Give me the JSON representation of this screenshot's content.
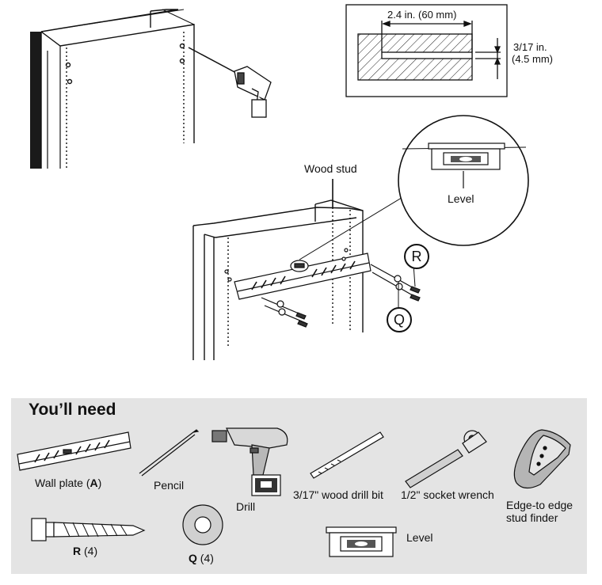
{
  "figure": {
    "dimension_top": "2.4 in. (60 mm)",
    "dimension_right_line1": "3/17 in.",
    "dimension_right_line2": "(4.5 mm)",
    "wood_stud_label": "Wood stud",
    "level_callout_label": "Level",
    "callout_r": "R",
    "callout_q": "Q"
  },
  "needs": {
    "title": "You’ll need",
    "wall_plate_name": "Wall plate (",
    "wall_plate_code": "A",
    "wall_plate_close": ")",
    "pencil": "Pencil",
    "drill": "Drill",
    "drill_bit": "3/17\" wood drill bit",
    "socket_wrench": "1/2\" socket wrench",
    "stud_finder_line1": "Edge-to edge",
    "stud_finder_line2": "stud finder",
    "level": "Level",
    "screw_code": "R",
    "screw_qty": " (4)",
    "washer_code": "Q",
    "washer_qty": " (4)"
  },
  "icons": [
    "drill-icon",
    "wall-plate-icon",
    "pencil-icon",
    "drill-bit-icon",
    "socket-wrench-icon",
    "stud-finder-icon",
    "lag-screw-icon",
    "washer-icon",
    "level-icon"
  ]
}
